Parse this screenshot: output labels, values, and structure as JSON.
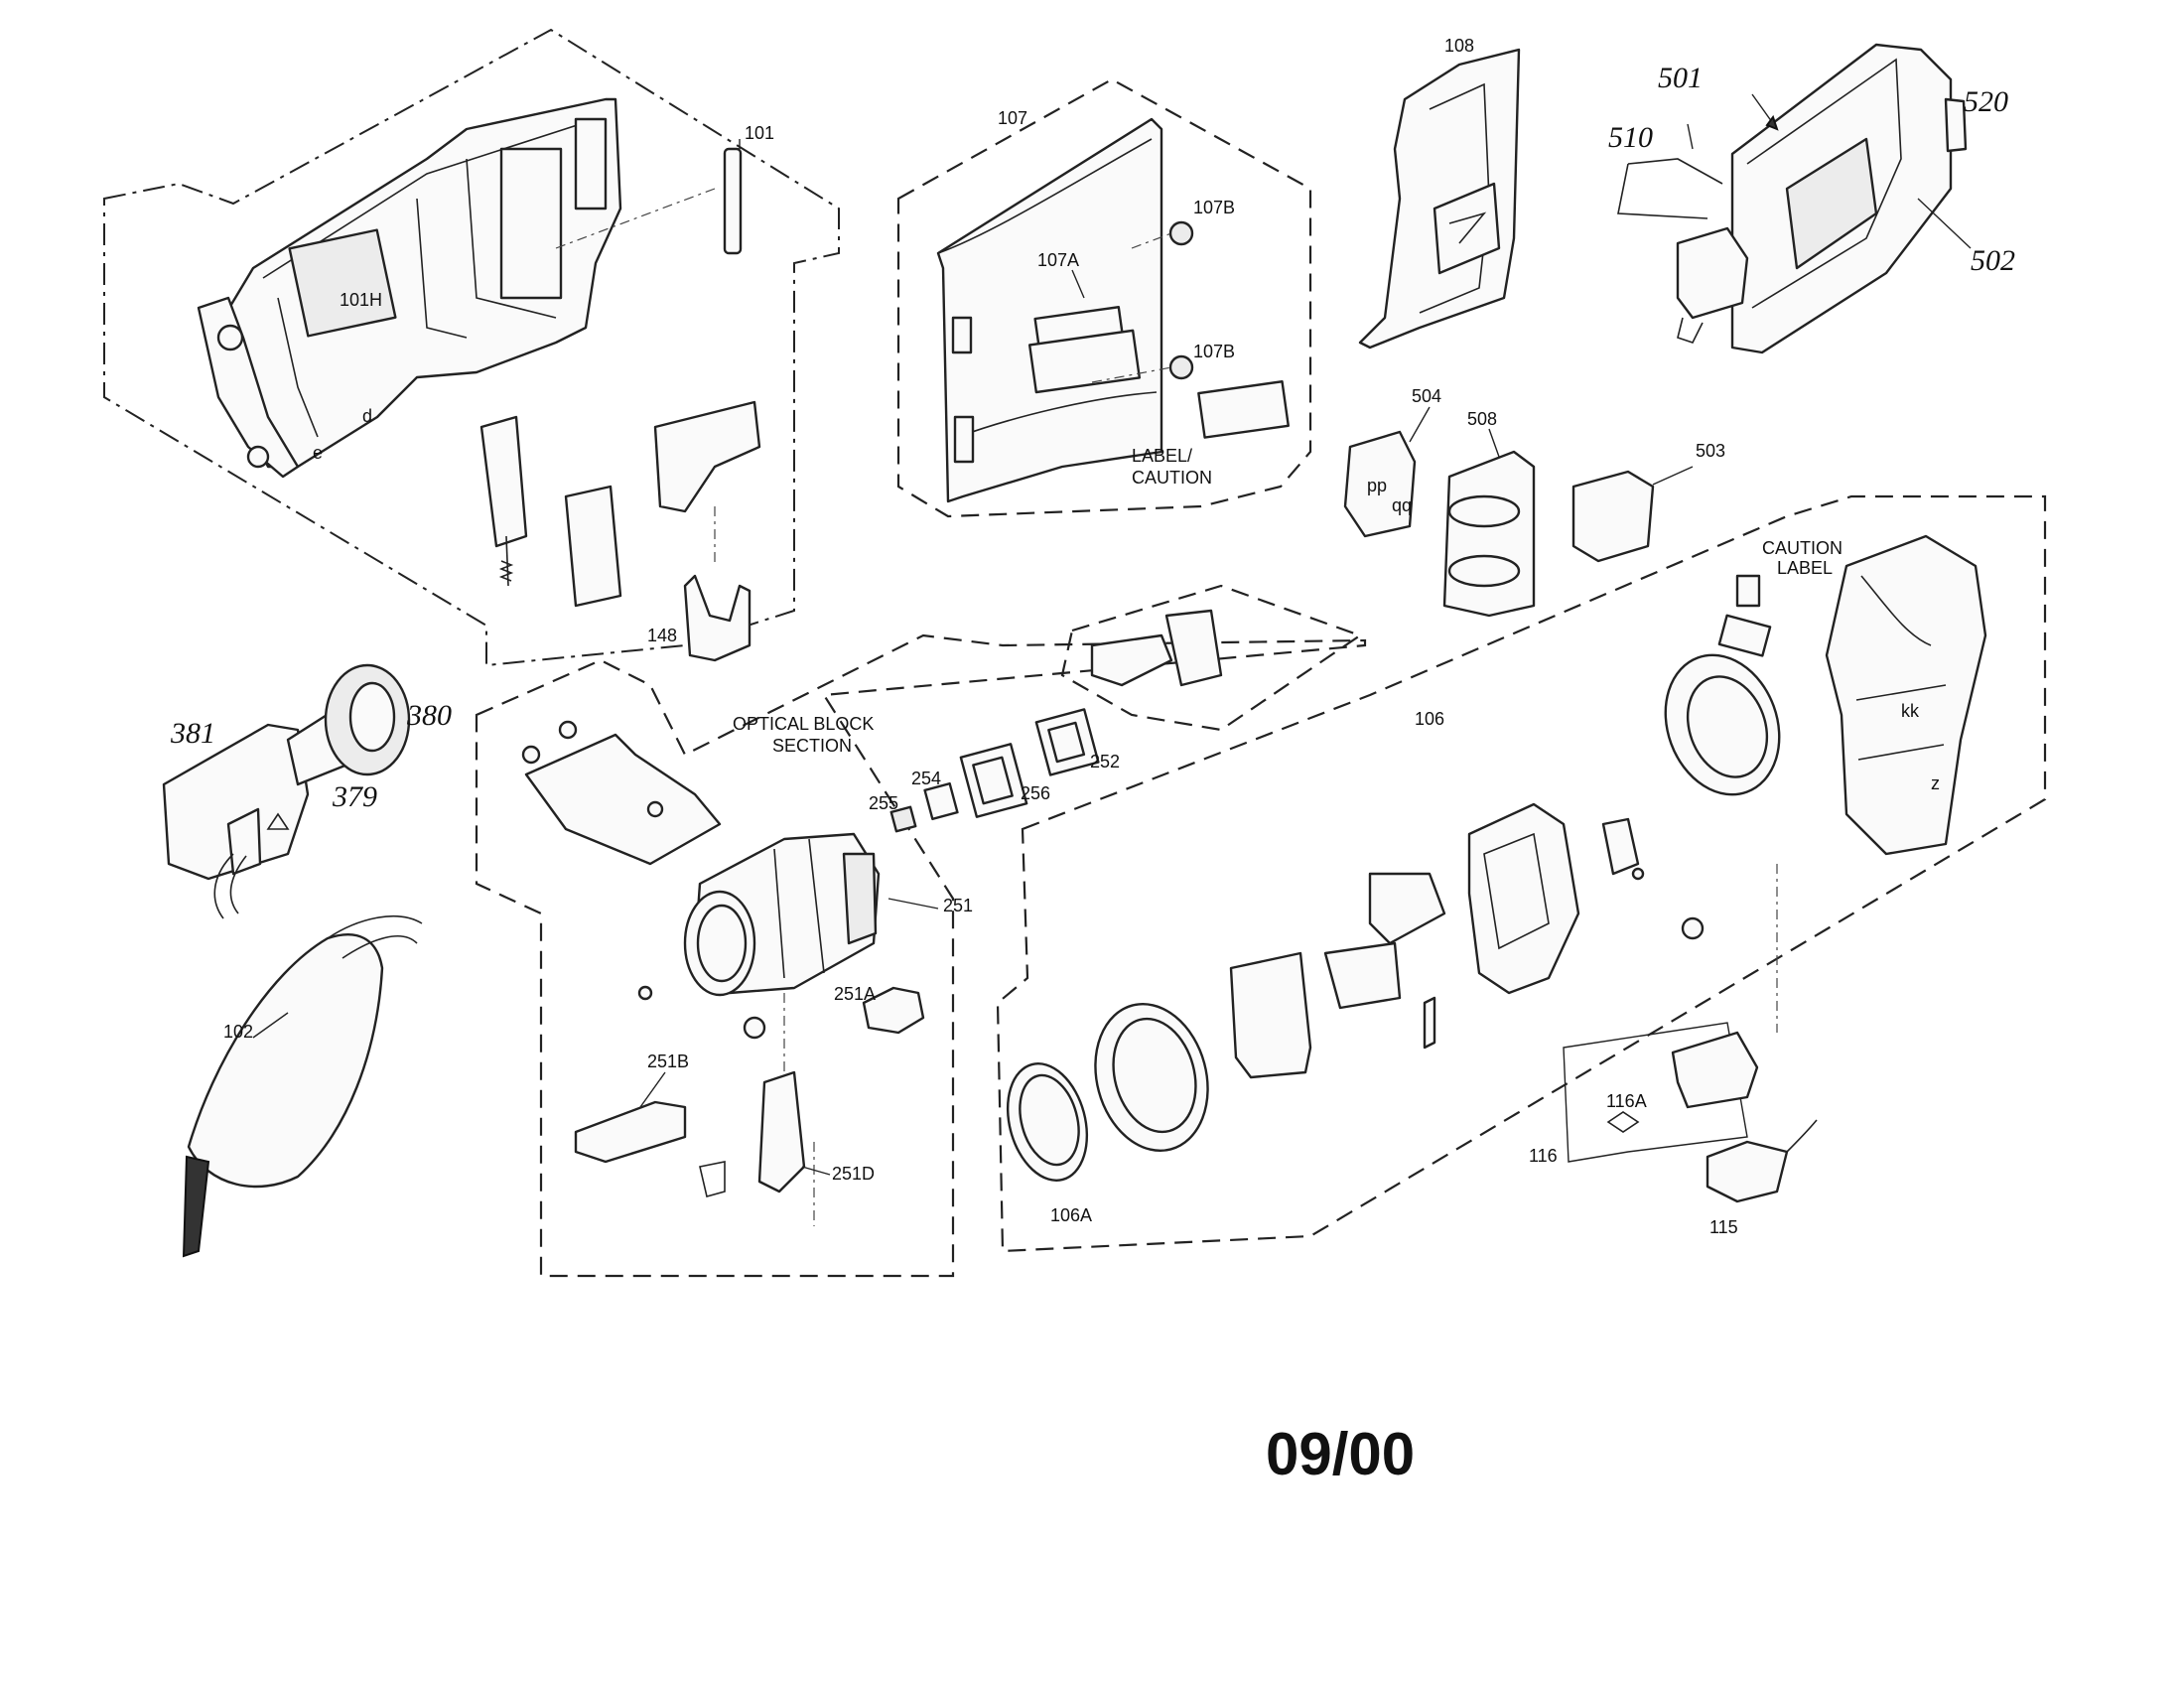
{
  "diagram": {
    "callouts": {
      "p101": "101",
      "p101H": "101H",
      "p107": "107",
      "p107A": "107A",
      "p107B_top": "107B",
      "p107B_bottom": "107B",
      "label_caution": "LABEL/",
      "label_caution_2": "CAUTION",
      "p108": "108",
      "p501": "501",
      "p510": "510",
      "p520": "520",
      "p502": "502",
      "p504": "504",
      "p508": "508",
      "p503": "503",
      "caution_label_1": "CAUTION",
      "caution_label_2": "LABEL",
      "p148": "148",
      "p381": "381",
      "p380": "380",
      "p379": "379",
      "optical_block_1": "OPTICAL BLOCK",
      "optical_block_2": "SECTION",
      "p255": "255",
      "p254": "254",
      "p256": "256",
      "p252": "252",
      "p251": "251",
      "p251A": "251A",
      "p251B": "251B",
      "p251D": "251D",
      "p102": "102",
      "p106": "106",
      "p106A": "106A",
      "p116": "116",
      "p116A": "116A",
      "p115": "115",
      "kk": "kk",
      "z": "z",
      "d": "d",
      "e": "e",
      "pp": "pp",
      "qq": "qq"
    },
    "date_code": "09/00"
  }
}
